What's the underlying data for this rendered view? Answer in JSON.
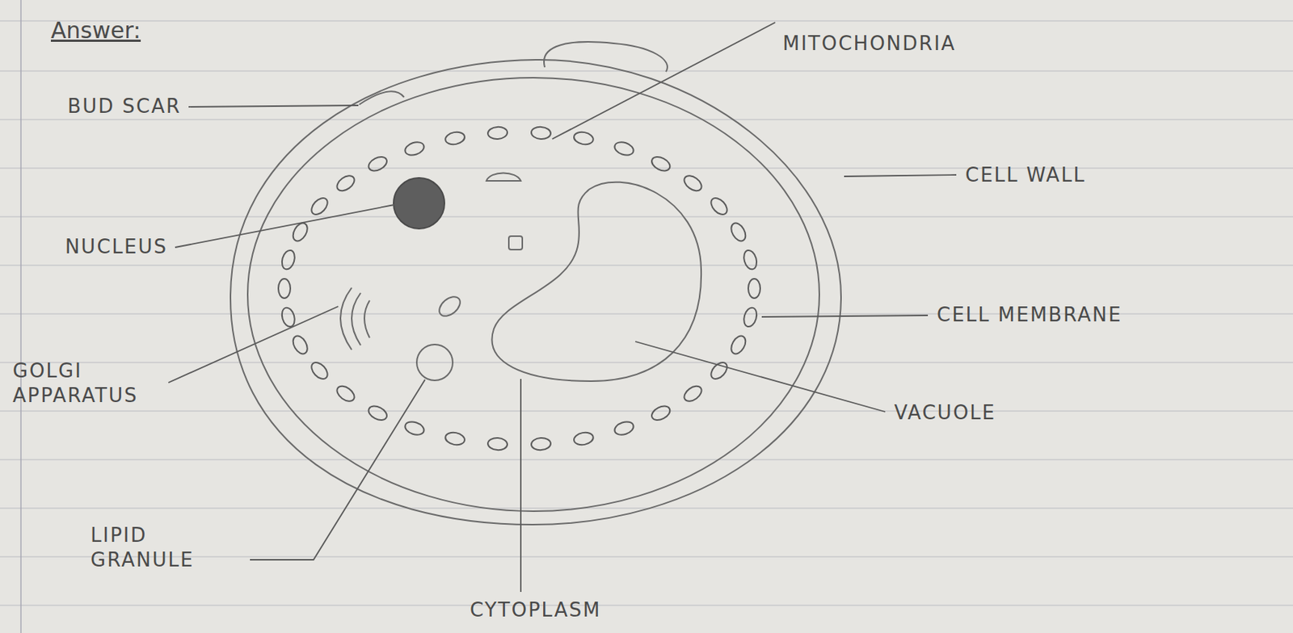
{
  "diagram": {
    "labels": [
      "Answer:",
      "BUD SCAR",
      "MITOCHONDRIA",
      "NUCLEUS",
      "CELL WALL",
      "CELL MEMBRANE",
      "GOLGI APPARATUS",
      "VACUOLE",
      "LIPID GRANULE",
      "CYTOPLASM"
    ]
  }
}
